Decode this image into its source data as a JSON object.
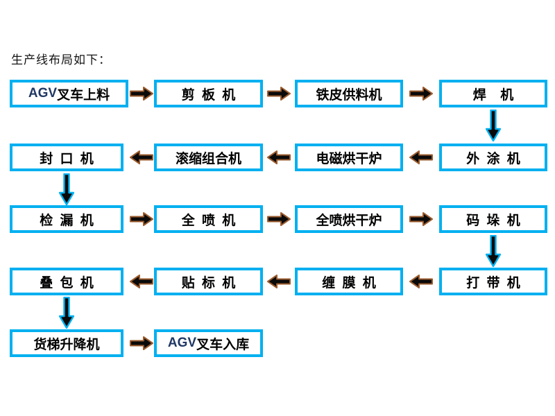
{
  "page": {
    "title": "生产线布局如下："
  },
  "colors": {
    "background": "#ffffff",
    "title_text": "#141414",
    "box_border": "#00b0f0",
    "box_text": "#000000",
    "agv_text": "#203864",
    "arrow_fill": "#0a0a0a",
    "h_arrow_outline": "#9a5b2d",
    "v_arrow_outline": "#00b0f0"
  },
  "flow": {
    "rows": [
      {
        "direction": "right",
        "boxes": [
          {
            "label_prefix": "AGV",
            "label": "叉车上料"
          },
          {
            "label": "剪 板 机"
          },
          {
            "label": "铁皮供料机"
          },
          {
            "label": "焊  机"
          }
        ]
      },
      {
        "direction": "left",
        "boxes": [
          {
            "label": "封 口 机"
          },
          {
            "label": "滚缩组合机"
          },
          {
            "label": "电磁烘干炉"
          },
          {
            "label": "外 涂 机"
          }
        ]
      },
      {
        "direction": "right",
        "boxes": [
          {
            "label": "检 漏 机"
          },
          {
            "label": "全 喷 机"
          },
          {
            "label": "全喷烘干炉"
          },
          {
            "label": "码 垛 机"
          }
        ]
      },
      {
        "direction": "left",
        "boxes": [
          {
            "label": "叠 包 机"
          },
          {
            "label": "贴 标 机"
          },
          {
            "label": "缠 膜 机"
          },
          {
            "label": "打 带 机"
          }
        ]
      },
      {
        "direction": "right",
        "boxes": [
          {
            "label": "货梯升降机"
          },
          {
            "label_prefix": "AGV",
            "label": "叉车入库"
          }
        ]
      }
    ],
    "down_connectors": [
      {
        "from": "焊机",
        "to": "外涂机",
        "side": "right"
      },
      {
        "from": "封口机",
        "to": "检漏机",
        "side": "left"
      },
      {
        "from": "码垛机",
        "to": "打带机",
        "side": "right"
      },
      {
        "from": "叠包机",
        "to": "货梯升降机",
        "side": "left"
      }
    ],
    "sequence": [
      "AGV叉车上料",
      "剪板机",
      "铁皮供料机",
      "焊机",
      "外涂机",
      "电磁烘干炉",
      "滚缩组合机",
      "封口机",
      "检漏机",
      "全喷机",
      "全喷烘干炉",
      "码垛机",
      "打带机",
      "缠膜机",
      "贴标机",
      "叠包机",
      "货梯升降机",
      "AGV叉车入库"
    ]
  }
}
